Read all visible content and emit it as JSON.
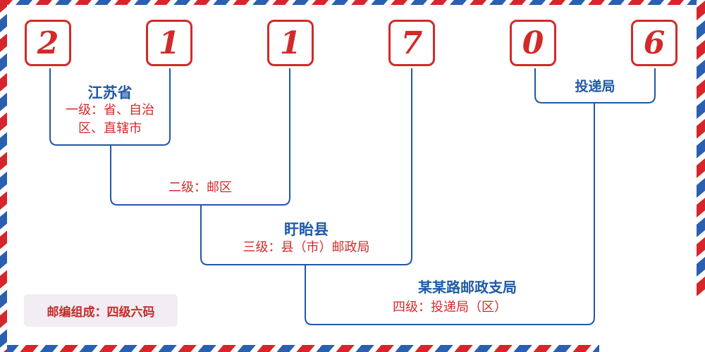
{
  "postcode": {
    "digits": [
      "2",
      "1",
      "1",
      "7",
      "0",
      "6"
    ]
  },
  "levels": {
    "province": {
      "name": "江苏省",
      "desc": "一级：省、自治区、直辖市"
    },
    "district": {
      "desc": "二级：邮区"
    },
    "county": {
      "name": "盱眙县",
      "desc": "三级：县（市）邮政局"
    },
    "branch": {
      "name": "某某路邮政支局",
      "desc": "四级：投递局（区）"
    },
    "delivery": {
      "name": "投递局"
    }
  },
  "caption": "邮编组成：四级六码",
  "colors": {
    "red": "#d22a2a",
    "blue": "#1f5aa6",
    "border_stripe_red": "#d6262b",
    "border_stripe_blue": "#2b5fb0",
    "caption_bg": "#f1edf2"
  }
}
